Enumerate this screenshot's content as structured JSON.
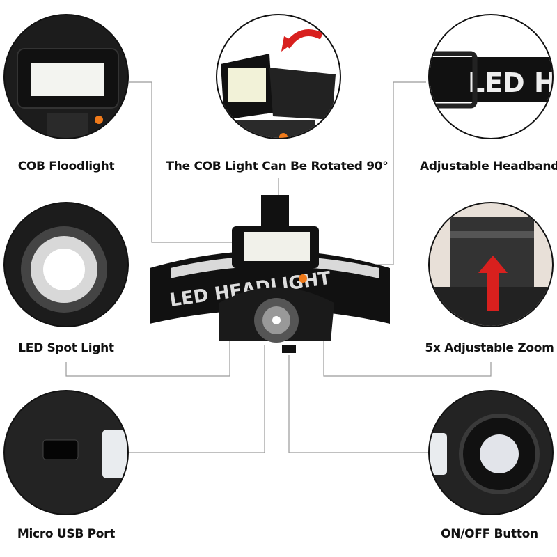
{
  "features": [
    {
      "label": "COB Floodlight",
      "icon": "cob-floodlight-closeup"
    },
    {
      "label": "The COB Light Can Be Rotated 90°",
      "icon": "rotating-cob-light-closeup"
    },
    {
      "label": "Adjustable Headband",
      "icon": "headband-buckle-closeup"
    },
    {
      "label": "LED Spot Light",
      "icon": "led-spot-lens-closeup"
    },
    {
      "label": "5x Adjustable Zoom",
      "icon": "zoom-lens-closeup"
    },
    {
      "label": "Micro USB Port",
      "icon": "usb-port-closeup"
    },
    {
      "label": "ON/OFF Button",
      "icon": "power-button-closeup"
    }
  ],
  "product": {
    "strap_text": "LED HEADLIGHT"
  },
  "colors": {
    "accent_arrow": "#d8201e",
    "orange_hinge": "#f07a1a",
    "line": "#9a9a9a"
  }
}
